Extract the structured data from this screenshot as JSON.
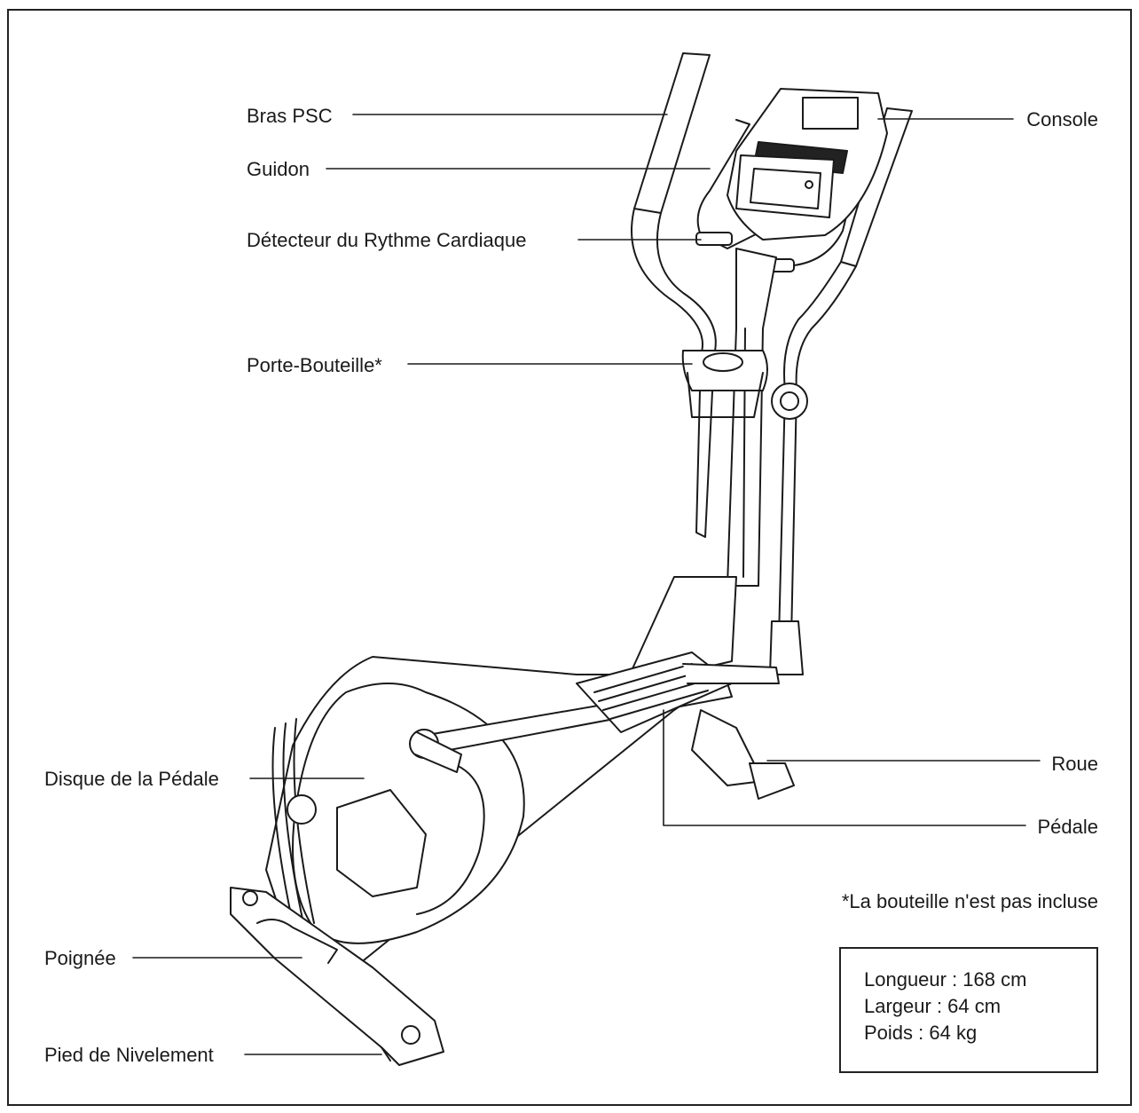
{
  "labels": {
    "bras_psc": "Bras PSC",
    "guidon": "Guidon",
    "detecteur": "Détecteur du Rythme Cardiaque",
    "porte_bouteille": "Porte-Bouteille*",
    "console": "Console",
    "disque": "Disque de la Pédale",
    "roue": "Roue",
    "pedale": "Pédale",
    "poignee": "Poignée",
    "pied": "Pied de Nivelement"
  },
  "footnote": "*La bouteille n'est pas incluse",
  "specs": {
    "longueur": "Longueur :  168 cm",
    "largeur": "Largeur :  64 cm",
    "poids": "Poids :  64 kg"
  }
}
